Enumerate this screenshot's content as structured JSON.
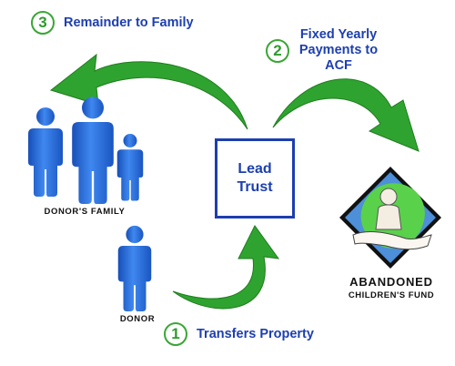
{
  "steps": [
    {
      "number": "1",
      "text": "Transfers Property"
    },
    {
      "number": "2",
      "text": "Fixed Yearly Payments to ACF"
    },
    {
      "number": "3",
      "text": "Remainder to Family"
    }
  ],
  "trust": {
    "line1": "Lead",
    "line2": "Trust"
  },
  "captions": {
    "family": "DONOR'S FAMILY",
    "donor": "DONOR",
    "fund_line1": "ABANDONED",
    "fund_line2": "CHILDREN'S FUND"
  },
  "colors": {
    "arrow_green": "#2fa32f",
    "text_blue": "#1d3fb0",
    "person_blue": "#2b6fe0",
    "logo_blue": "#4d8fd8",
    "logo_green": "#5ad14a"
  }
}
